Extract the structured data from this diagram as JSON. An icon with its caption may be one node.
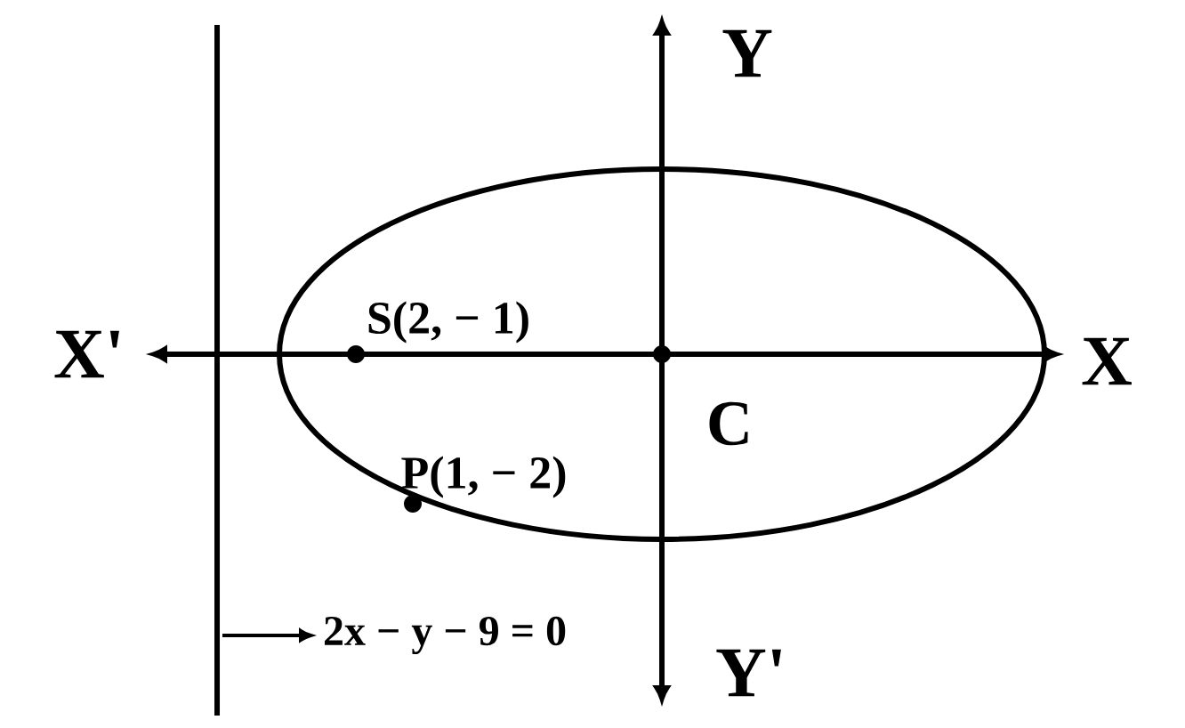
{
  "diagram": {
    "nodes": [
      {
        "text": [
          "2x − y − 9 = 0"
        ]
      },
      {
        "text": [],
        "shape": "line"
      }
    ],
    "edges": [
      {
        "from": 1,
        "to": 0,
        "arrow": "to"
      }
    ],
    "labels": [
      "Y",
      "X'",
      "S(2, − 1)",
      "X",
      "C",
      "P(1, − 2)",
      "Y'"
    ]
  }
}
